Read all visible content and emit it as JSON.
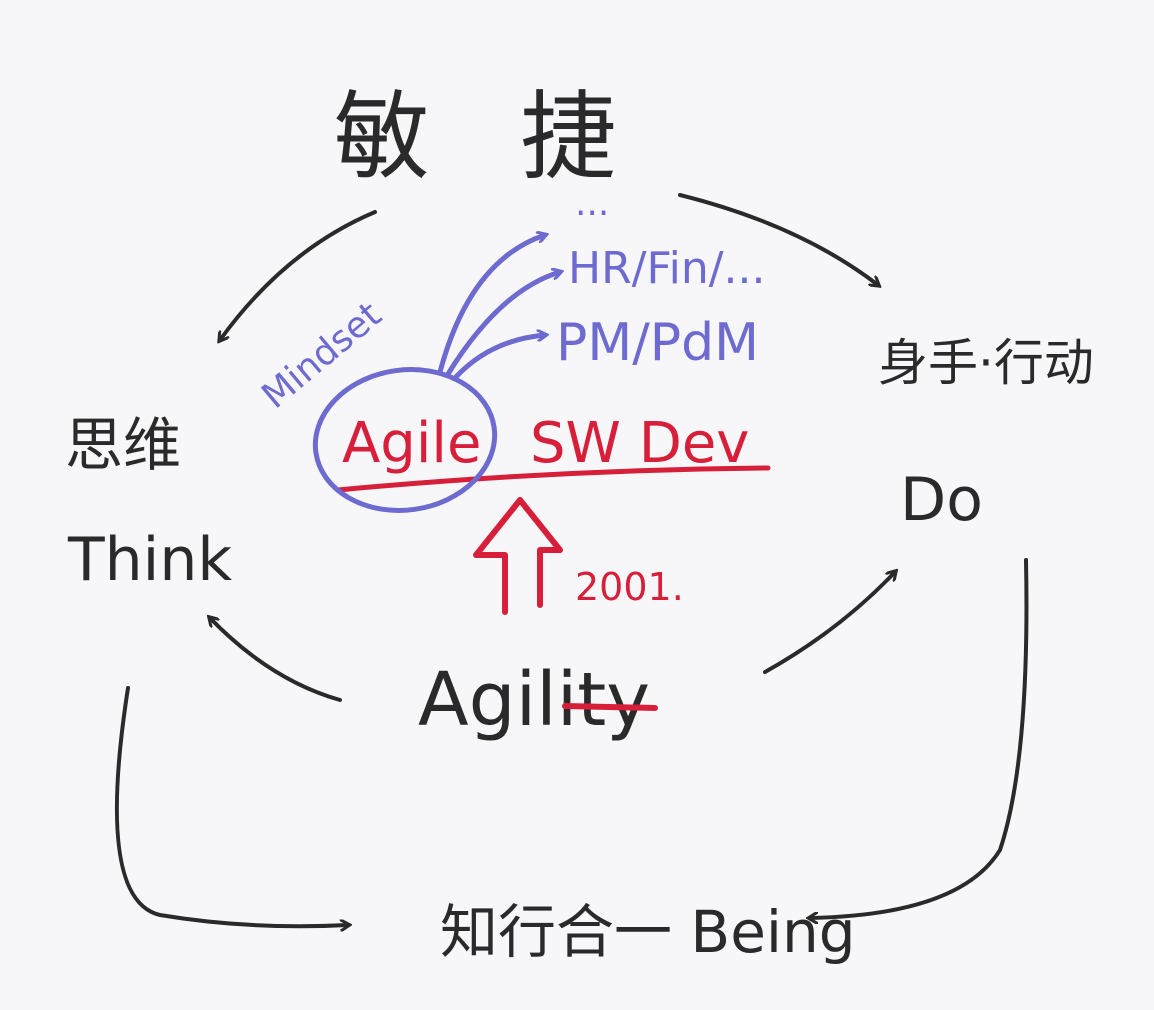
{
  "colors": {
    "paper": "#f7f7f9",
    "ink": "#2a2a2a",
    "red": "#d81f3a",
    "blue": "#6d6ad0"
  },
  "title": "敏 捷",
  "think": {
    "cn": "思维",
    "en": "Think"
  },
  "do": {
    "cn": "身手·行动",
    "en": "Do"
  },
  "center": {
    "text": "Agility"
  },
  "being": {
    "text": "知行合一 Being"
  },
  "agile_dev": {
    "agile": "Agile",
    "rest": "SW Dev"
  },
  "year": "2001.",
  "mindset": "Mindset",
  "branches": [
    {
      "text": "..."
    },
    {
      "text": "HR/Fin/..."
    },
    {
      "text": "PM/PdM"
    }
  ]
}
